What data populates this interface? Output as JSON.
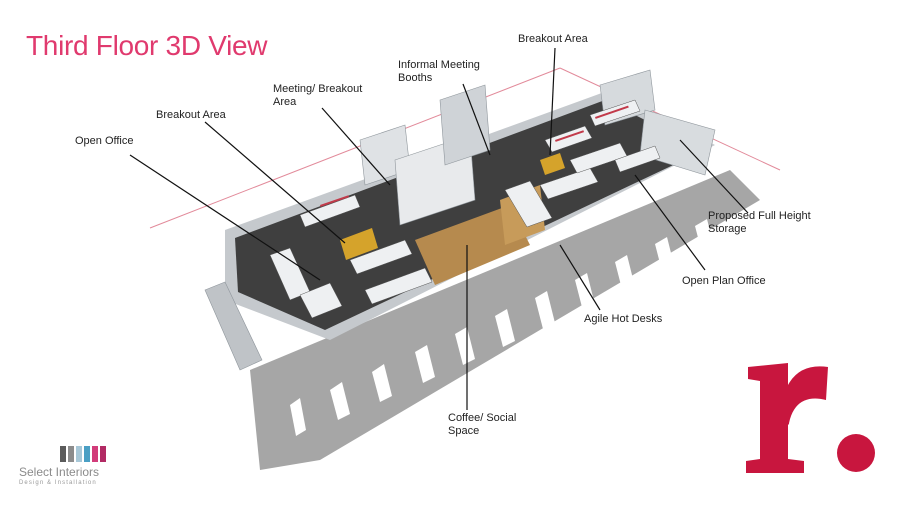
{
  "title": "Third Floor 3D View",
  "callouts": {
    "breakout_top": "Breakout Area",
    "informal_booths": "Informal Meeting\nBooths",
    "meeting_breakout": "Meeting/ Breakout\nArea",
    "breakout_left": "Breakout Area",
    "open_office": "Open Office",
    "storage": "Proposed Full Height\nStorage",
    "open_plan": "Open Plan Office",
    "agile": "Agile Hot Desks",
    "coffee": "Coffee/ Social\nSpace"
  },
  "branding": {
    "company": "Select Interiors",
    "tagline": "Design & Installation",
    "swatch_colors": [
      "#5b5b5b",
      "#8c8c8c",
      "#a8c8d8",
      "#4a9fc4",
      "#d23c7a",
      "#b22a64"
    ],
    "logo_letter": "r.",
    "logo_color": "#c8163e"
  },
  "colors": {
    "title": "#e03a6e",
    "floor": "#3e3e3e",
    "walls": "#c9cdd1",
    "shadow": "#a3a3a3",
    "accent_desk": "#c23a4a",
    "wood": "#b68a4e"
  }
}
